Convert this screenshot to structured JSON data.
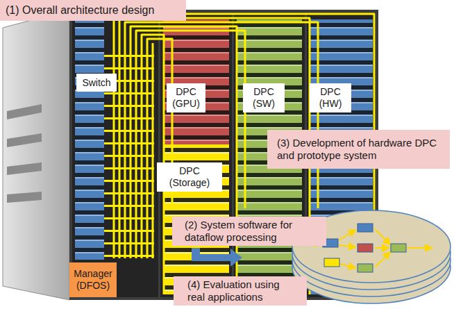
{
  "diagram": {
    "nodes": [
      {
        "text": [
          "(1) Overall architecture design"
        ]
      },
      {
        "text": [
          "Switch"
        ]
      },
      {
        "text": [
          "DPC (GPU)"
        ]
      },
      {
        "text": [
          "DPC (SW)"
        ]
      },
      {
        "text": [
          "DPC (HW)"
        ]
      },
      {
        "text": [
          "(3) Development of hardware DPC and prototype system"
        ]
      },
      {
        "text": [
          "DPC (Storage)"
        ]
      },
      {
        "text": [
          "Manager (DFOS)"
        ]
      },
      {
        "text": [
          "(2) System software for dataflow processing"
        ]
      },
      {
        "text": [
          "(4) Evaluation using real applications"
        ]
      }
    ]
  }
}
